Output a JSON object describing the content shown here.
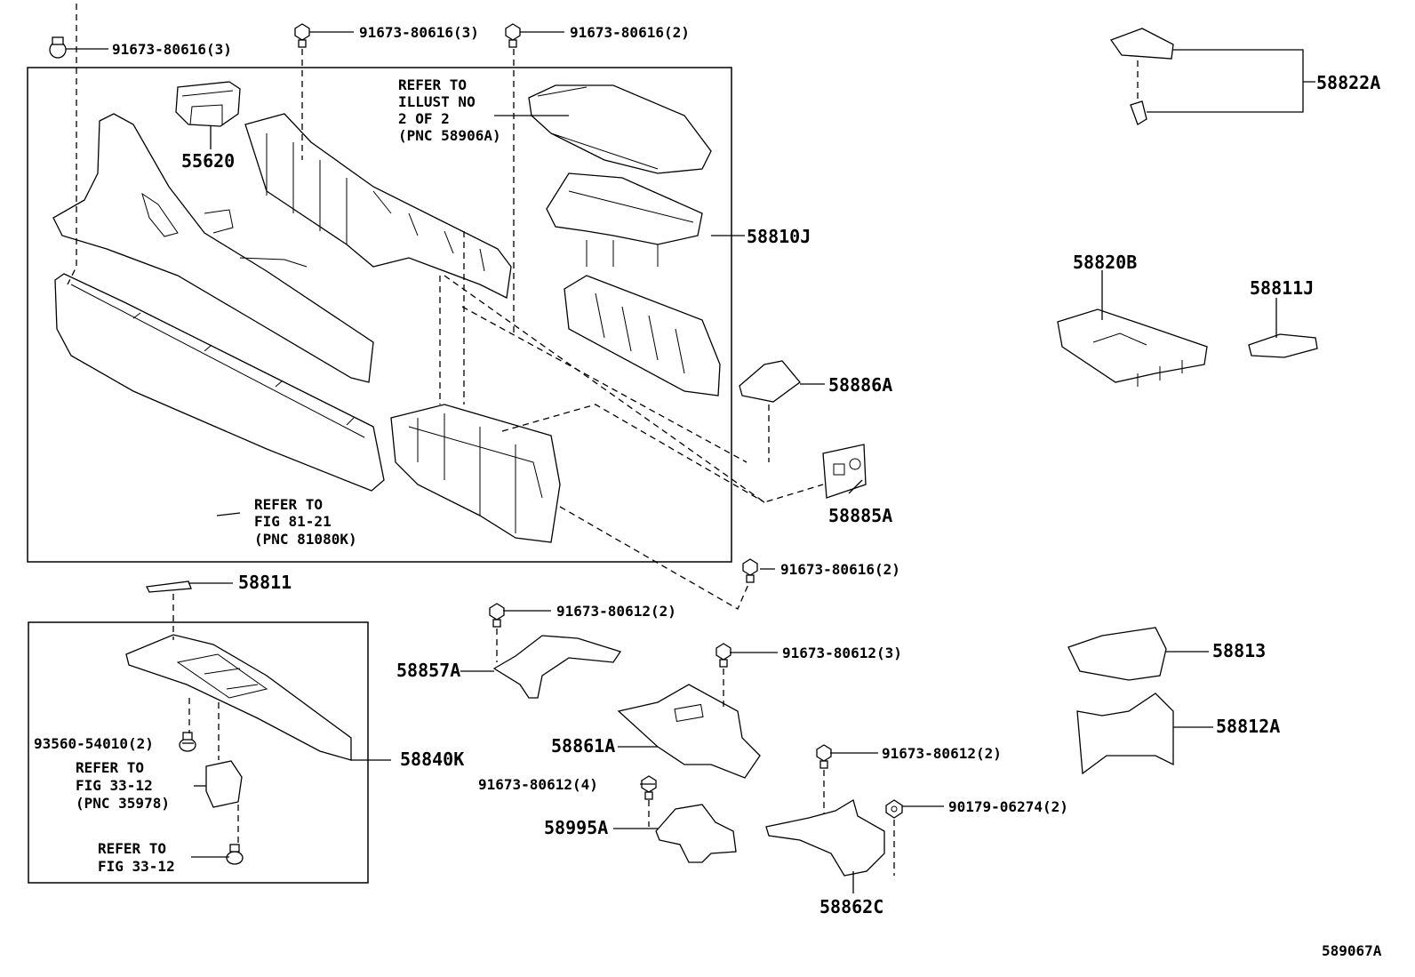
{
  "diagram_id": "589067A",
  "callouts": {
    "b_top_left": "91673-80616(3)",
    "b_top_mid": "91673-80616(3)",
    "b_top_right": "91673-80616(2)",
    "b_mid_right": "91673-80616(2)",
    "b_58857a": "91673-80612(2)",
    "b_58861a": "91673-80612(3)",
    "b_58995a": "91673-80612(4)",
    "b_58862c": "91673-80612(2)",
    "nut_58862c": "90179-06274(2)",
    "clip_58840k": "93560-54010(2)"
  },
  "parts": {
    "p55620": "55620",
    "p58810j": "58810J",
    "p58886a": "58886A",
    "p58885a": "58885A",
    "p58822a": "58822A",
    "p58820b": "58820B",
    "p58811j": "58811J",
    "p58811": "58811",
    "p58840k": "58840K",
    "p58857a": "58857A",
    "p58861a": "58861A",
    "p58995a": "58995A",
    "p58862c": "58862C",
    "p58813": "58813",
    "p58812a": "58812A"
  },
  "refs": {
    "illust": [
      "REFER TO",
      "ILLUST NO",
      "2 OF 2",
      "(PNC 58906A)"
    ],
    "fig81": [
      "REFER TO",
      "FIG 81-21",
      "(PNC 81080K)"
    ],
    "fig33a": [
      "REFER TO",
      "FIG 33-12",
      "(PNC 35978)"
    ],
    "fig33b": [
      "REFER TO",
      "FIG 33-12"
    ]
  }
}
